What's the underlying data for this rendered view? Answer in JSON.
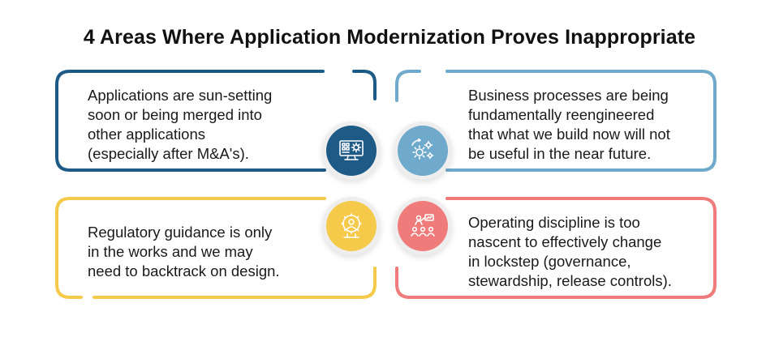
{
  "title": "4 Areas Where Application Modernization Proves Inappropriate",
  "colors": {
    "navy": "#1e5a86",
    "light_blue": "#6fa9cc",
    "yellow": "#f5c94a",
    "coral": "#f07b7b"
  },
  "cards": [
    {
      "id": "top-left",
      "text": "Applications are sun-setting\nsoon or being merged into\nother applications\n(especially after M&A's).",
      "icon": "computer-settings-icon"
    },
    {
      "id": "top-right",
      "text": "Business processes are being\nfundamentally reengineered\nthat what we build now will not\nbe useful in the near future.",
      "icon": "gears-process-icon"
    },
    {
      "id": "bottom-left",
      "text": "Regulatory guidance is only\nin the works and we may\nneed to backtrack on design.",
      "icon": "person-gear-icon"
    },
    {
      "id": "bottom-right",
      "text": "Operating discipline is too\nnascent to effectively change\nin lockstep (governance,\nstewardship, release controls).",
      "icon": "team-leader-icon"
    }
  ]
}
